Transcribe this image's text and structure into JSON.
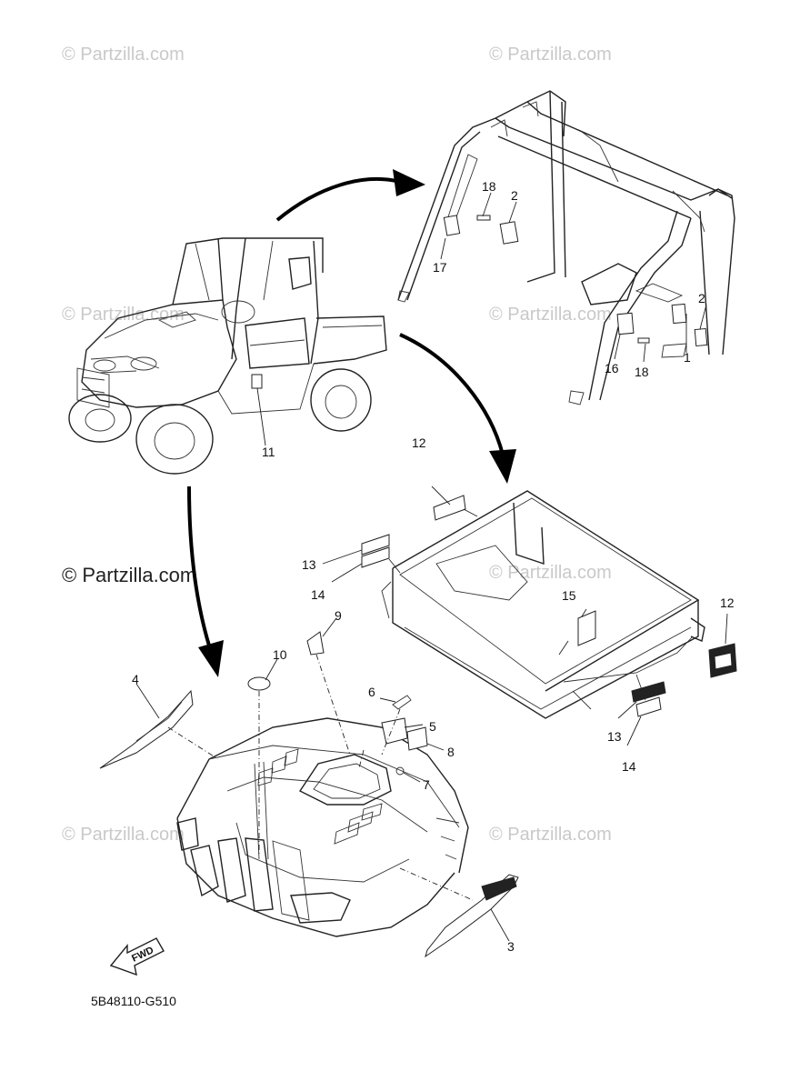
{
  "watermarks": {
    "small_text": "© Partzilla.com",
    "large_text": "© Partzilla.com"
  },
  "diagram_code": "5B48110-G510",
  "fwd_label": "FWD",
  "callouts": {
    "c1": "1",
    "c2a": "2",
    "c2b": "2",
    "c3": "3",
    "c4": "4",
    "c5": "5",
    "c6": "6",
    "c7": "7",
    "c8": "8",
    "c9": "9",
    "c10": "10",
    "c11": "11",
    "c12a": "12",
    "c12b": "12",
    "c13a": "13",
    "c13b": "13",
    "c14a": "14",
    "c14b": "14",
    "c15": "15",
    "c16": "16",
    "c17": "17",
    "c18a": "18",
    "c18b": "18"
  }
}
